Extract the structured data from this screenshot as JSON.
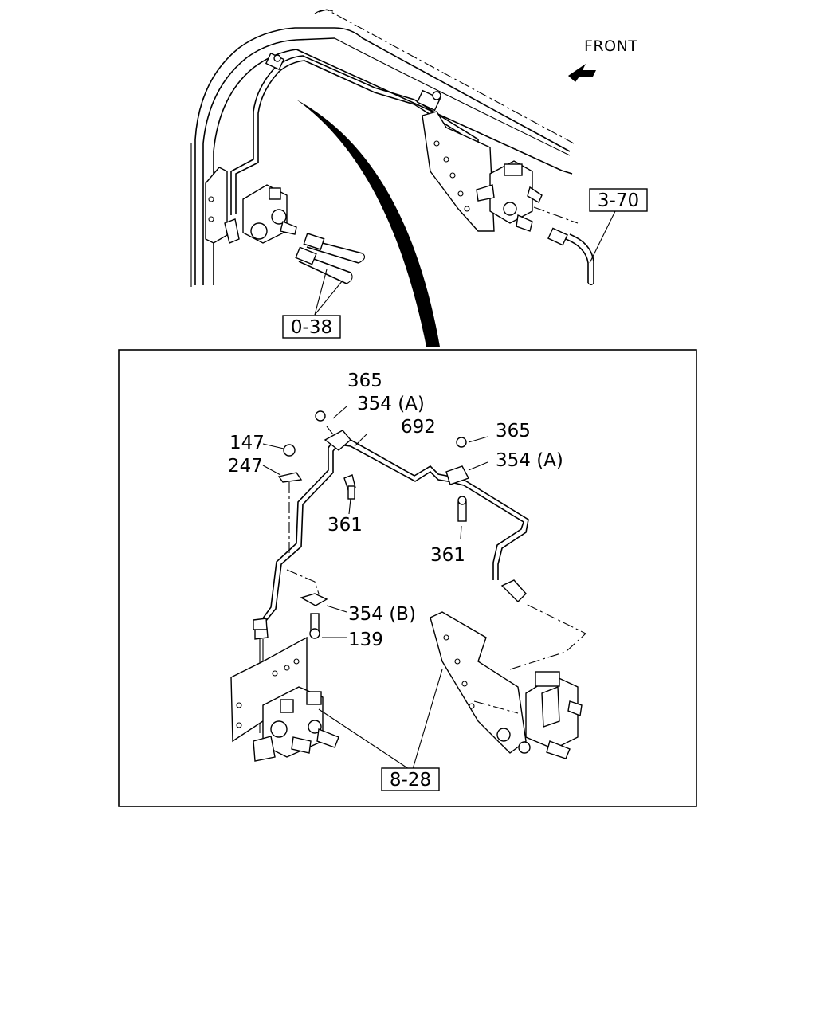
{
  "diagram": {
    "orientation_label": "FRONT",
    "ref_boxes": [
      {
        "id": "ref_0_38",
        "text": "0-38"
      },
      {
        "id": "ref_3_70",
        "text": "3-70"
      },
      {
        "id": "ref_8_28",
        "text": "8-28"
      }
    ],
    "callouts": {
      "c365_top": "365",
      "c354a_top": "354 (A)",
      "c692": "692",
      "c365_right": "365",
      "c354a_right": "354 (A)",
      "c147": "147",
      "c247": "247",
      "c361_left": "361",
      "c361_right": "361",
      "c354b": "354 (B)",
      "c139": "139"
    }
  }
}
